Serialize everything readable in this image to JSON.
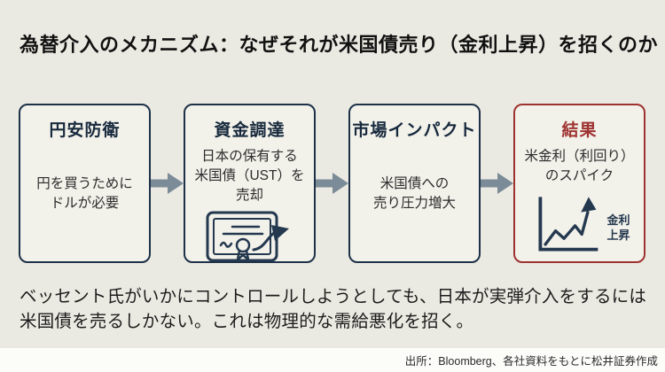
{
  "header": {
    "title": "為替介入のメカニズム：なぜそれが米国債売り（金利上昇）を招くのか"
  },
  "flow": {
    "boxes": [
      {
        "title": "円安防衛",
        "body": "円を買うために\nドルが必要"
      },
      {
        "title": "資金調達",
        "body": "日本の保有する\n米国債（UST）を\n売却",
        "icon": "bond-certificate-icon"
      },
      {
        "title": "市場インパクト",
        "body": "米国債への\n売り圧力増大"
      },
      {
        "title": "結果",
        "body": "米金利（利回り）\nのスパイク",
        "icon": "rising-yield-chart-icon",
        "icon_label": "金利\n上昇"
      }
    ]
  },
  "footnote": {
    "text": "ベッセント氏がいかにコントロールしようとしても、日本が実弾介入をするには\n米国債を売るしかない。これは物理的な需給悪化を招く。"
  },
  "footer": {
    "source": "出所：Bloomberg、各社資料をもとに松井証券作成"
  },
  "colors": {
    "background": "#ebeae2",
    "box_fill": "#f2f1ea",
    "navy": "#1d3149",
    "red": "#9e3230",
    "arrow_gray": "#7c8b98",
    "body_text": "#2d2d2d"
  }
}
